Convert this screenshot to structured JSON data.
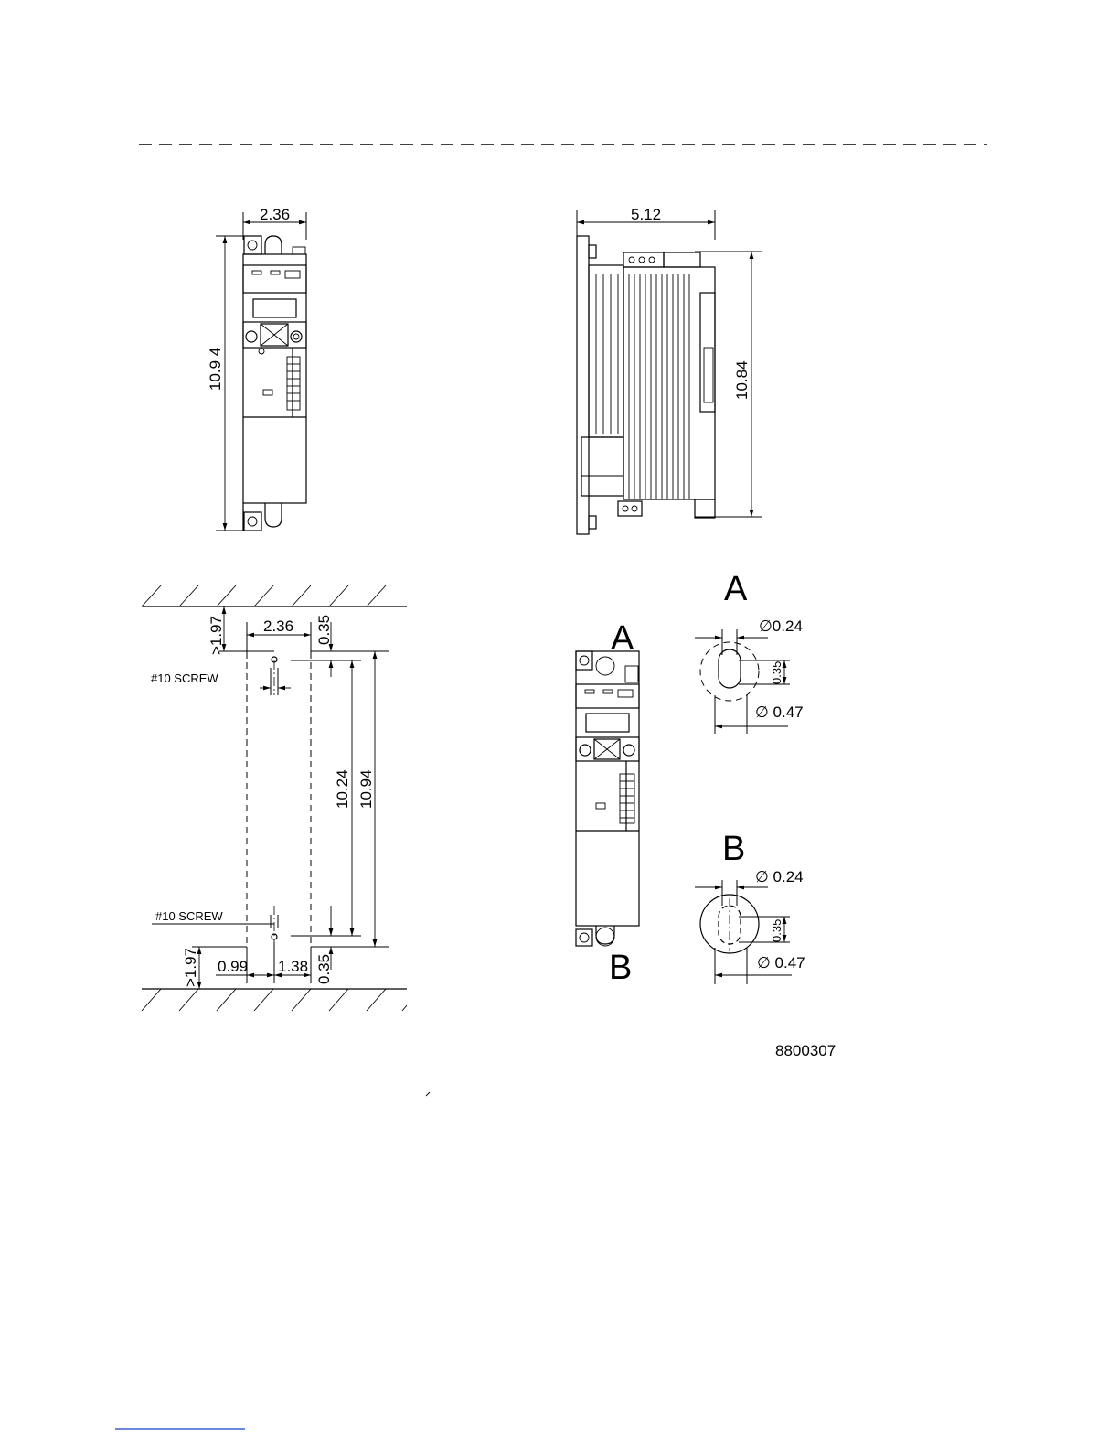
{
  "front_view": {
    "width_label": "2.36",
    "height_label": "10.9 4"
  },
  "side_view": {
    "depth_label": "5.12",
    "height_label": "10.84"
  },
  "mounting": {
    "top_clearance": ">1.97",
    "bottom_clearance": ">1.97",
    "width_label": "2.36",
    "top_offset": "0.35",
    "bottom_offset": "0.35",
    "hole_spacing": "10.24",
    "overall_height": "10.94",
    "edge_offset": "0.99",
    "mid_offset": "1.38",
    "screw_top": "#10 SCREW",
    "screw_bottom": "#10 SCREW"
  },
  "detail_a": {
    "letter": "A",
    "small_dia": "∅0.24",
    "slot_len": "0.35",
    "large_dia": "∅ 0.47"
  },
  "detail_b": {
    "letter": "B",
    "small_dia": "∅ 0.24",
    "slot_len": "0.35",
    "large_dia": "∅ 0.47"
  },
  "callouts": {
    "a": "A",
    "b": "B"
  },
  "drawing_number": "8800307"
}
